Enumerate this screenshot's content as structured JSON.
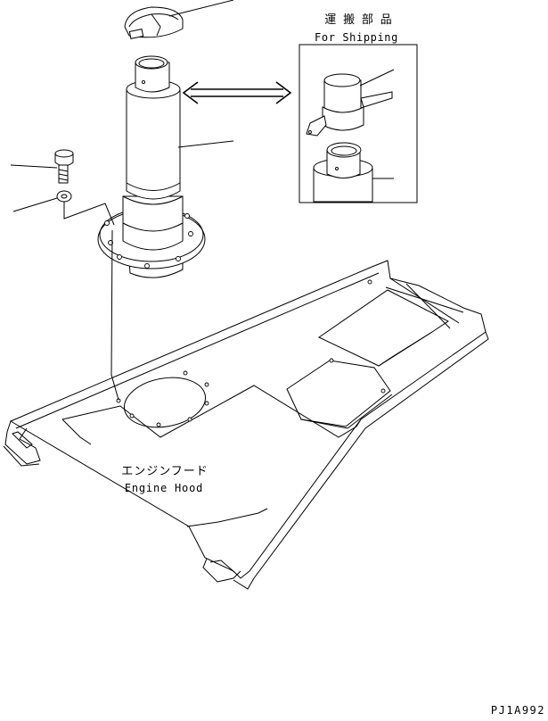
{
  "labels": {
    "shipping_jp": "運 搬 部 品",
    "shipping_en": "For Shipping",
    "engine_hood_jp": "エンジンフード",
    "engine_hood_en": "Engine Hood",
    "figure_code": "PJ1A992"
  },
  "icons": {
    "double_arrow": "double-headed-arrow"
  }
}
